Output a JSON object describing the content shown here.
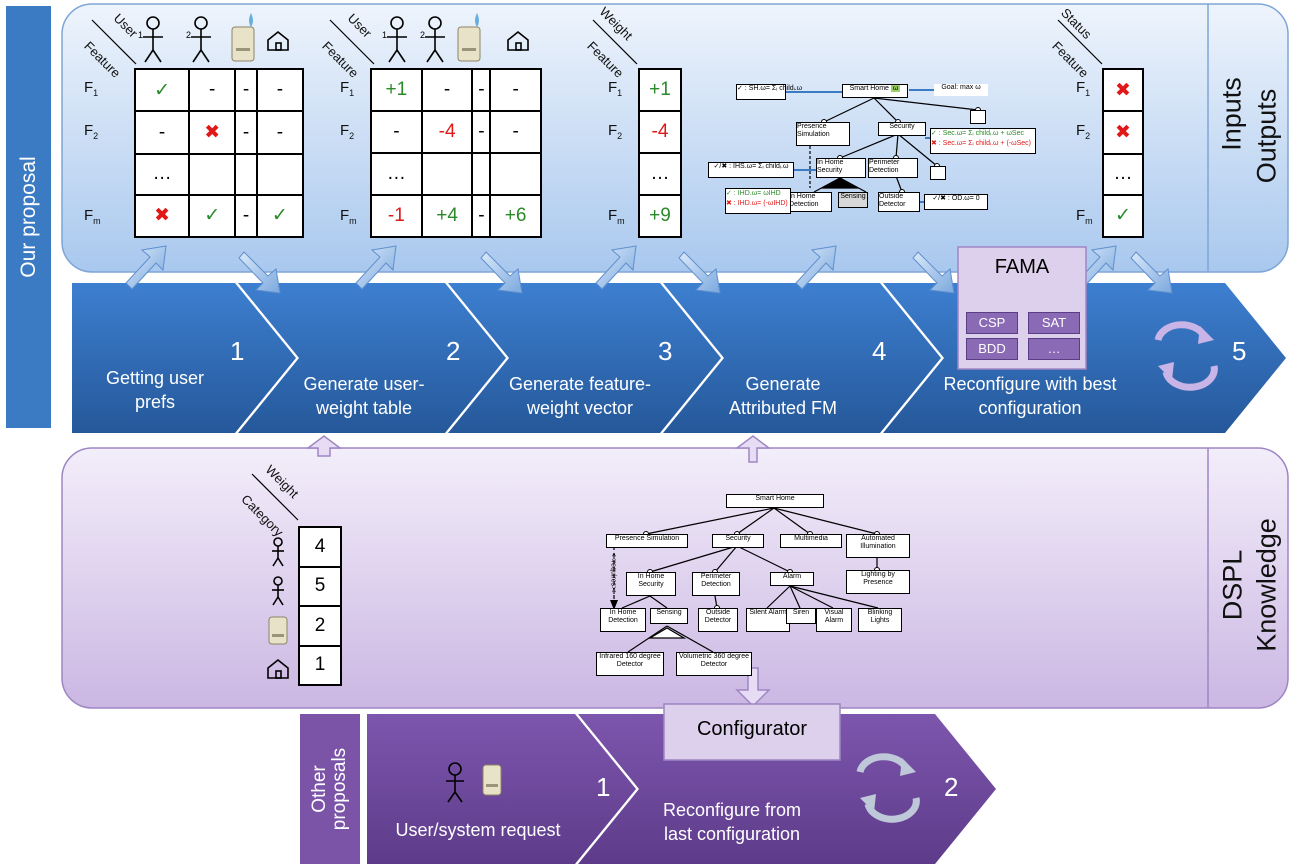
{
  "side_labels": {
    "our_proposal": "Our proposal",
    "other_proposals": "Other proposals"
  },
  "right_labels": {
    "inputs": "Inputs",
    "outputs": "Outputs",
    "dspl": "DSPL",
    "knowledge": "Knowledge"
  },
  "tables": {
    "user_prefs": {
      "header_top": "User",
      "header_side": "Feature",
      "rows": [
        "F1",
        "F2",
        "",
        "Fm"
      ],
      "cells": [
        [
          "✓",
          "-",
          "-",
          "-"
        ],
        [
          "-",
          "✖",
          "-",
          "-"
        ],
        [
          "…",
          "",
          "",
          ""
        ],
        [
          "✖",
          "✓",
          "-",
          "✓"
        ]
      ]
    },
    "user_weight": {
      "header_top": "User",
      "header_side": "Feature",
      "rows": [
        "F1",
        "F2",
        "",
        "Fm"
      ],
      "cells": [
        [
          "+1",
          "-",
          "-",
          "-"
        ],
        [
          "-",
          "-4",
          "-",
          "-"
        ],
        [
          "…",
          "",
          "",
          ""
        ],
        [
          "-1",
          "+4",
          "-",
          "+6"
        ]
      ]
    },
    "feature_weight": {
      "header_top": "Weight",
      "header_side": "Feature",
      "rows": [
        "F1",
        "F2",
        "",
        "Fm"
      ],
      "cells": [
        "+1",
        "-4",
        "…",
        "+9"
      ]
    },
    "status": {
      "header_top": "Status",
      "header_side": "Feature",
      "rows": [
        "F1",
        "F2",
        "",
        "Fm"
      ],
      "cells": [
        "✖",
        "✖",
        "…",
        "✓"
      ]
    },
    "category_weight": {
      "header_top": "Weight",
      "header_side": "Category",
      "cells": [
        "4",
        "5",
        "2",
        "1"
      ]
    }
  },
  "user_icons": {
    "user1_sub": "1",
    "user2_sub": "2"
  },
  "attributed_fm": {
    "root": "Smart Home",
    "goal": "Goal: max ω",
    "presence": "Presence Simulation",
    "security": "Security",
    "in_home": "In Home Security",
    "perimeter": "Perimeter Detection",
    "in_home_det": "In Home Detection",
    "sensing": "Sensing",
    "outside": "Outside Detector",
    "omega": "ω",
    "f1": "✓ : SH.ω= Σᵢ childᵢ.ω",
    "f2a": "✓ : Sec.ω= Σᵢ childᵢ.ω + ωSec",
    "f2b": "✖ : Sec.ω= Σᵢ childᵢ.ω + (-ωSec)",
    "f3": "✓/✖ : IHS.ω= Σᵢ childᵢ.ω",
    "f4a": "✓ : IHD.ω= ωIHD",
    "f4b": "✖ : IHD.ω= (-ωIHD)",
    "f5": "✓/✖ : OD.ω= 0"
  },
  "fama": {
    "title": "FAMA",
    "buttons": [
      "CSP",
      "SAT",
      "BDD",
      "…"
    ]
  },
  "steps": [
    {
      "num": "1",
      "label": "Getting user prefs"
    },
    {
      "num": "2",
      "label": "Generate user-weight table"
    },
    {
      "num": "3",
      "label": "Generate feature-weight vector"
    },
    {
      "num": "4",
      "label": "Generate Attributed FM"
    },
    {
      "num": "5",
      "label": "Reconfigure with best configuration"
    }
  ],
  "dspl_fm": {
    "root": "Smart Home",
    "presence": "Presence Simulation",
    "security": "Security",
    "multimedia": "Multimedia",
    "auto_ill": "Automated Illumination",
    "in_home_sec": "In Home Security",
    "perimeter": "Perimeter Detection",
    "alarm": "Alarm",
    "lighting": "Lighting by Presence",
    "in_home_det": "In Home Detection",
    "sensing": "Sensing",
    "outside": "Outside Detector",
    "silent": "Silent Alarm",
    "siren": "Siren",
    "visual": "Visual Alarm",
    "blinking": "Blinking Lights",
    "infrared": "Infrared 160 degree Detector",
    "volumetric": "Volumetric 360 degree Detector",
    "requires": "<<requires>>"
  },
  "configurator": "Configurator",
  "other_steps": [
    {
      "num": "1",
      "label": "User/system request"
    },
    {
      "num": "2",
      "label": "Reconfigure from last configuration"
    }
  ],
  "colors": {
    "blue_light": "#c7dcf5",
    "blue_step": "#2f6fbe",
    "purple_light": "#ddd0ec",
    "purple_step": "#6f4aa0"
  }
}
